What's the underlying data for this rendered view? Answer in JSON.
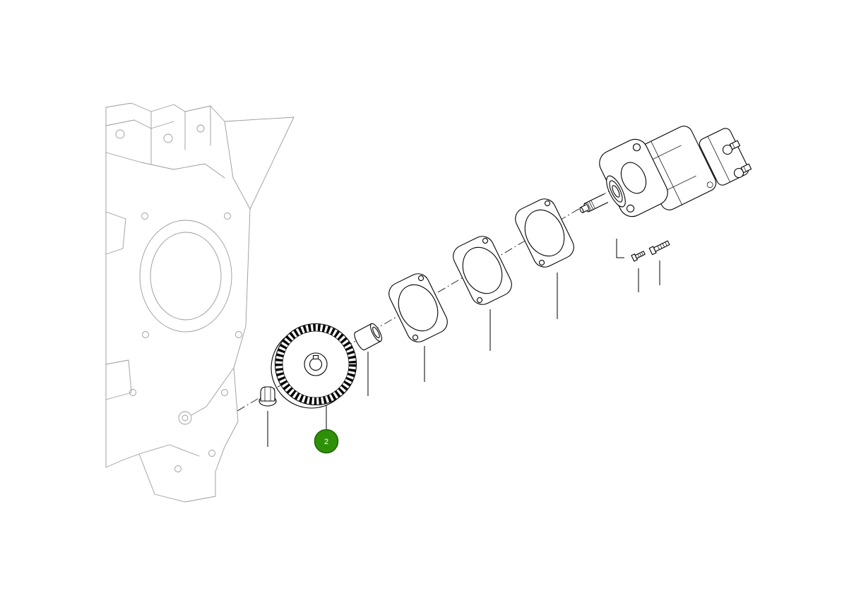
{
  "page": {
    "background": "#ffffff"
  },
  "colors": {
    "part_line": "#000000",
    "ghost_line": "#9a9a9a",
    "callout_fill": "#2e9008",
    "callout_border": "#1c6300",
    "callout_text": "#ffffff"
  },
  "callout": {
    "label": "2"
  },
  "parts": [
    {
      "name": "engine-timing-cover",
      "style": "ghosted-reference"
    },
    {
      "name": "flange-nut"
    },
    {
      "name": "pump-drive-gear",
      "callout": "2"
    },
    {
      "name": "bushing"
    },
    {
      "name": "gasket-shim-1"
    },
    {
      "name": "gasket-shim-2"
    },
    {
      "name": "gasket-shim-3"
    },
    {
      "name": "hydraulic-pump-assembly"
    },
    {
      "name": "stud"
    },
    {
      "name": "bolt"
    }
  ]
}
